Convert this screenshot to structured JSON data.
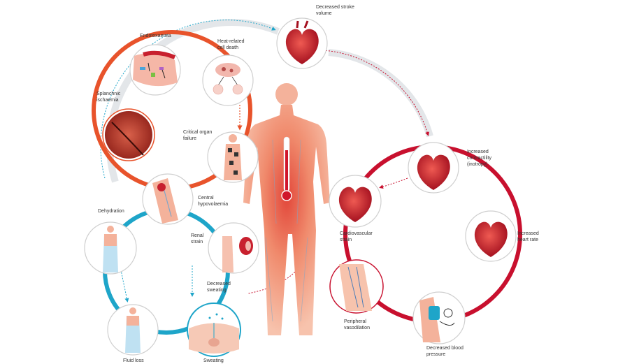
{
  "labels": {
    "decreased_stroke_volume": "Decreased stroke\nvolume",
    "endotoxaemia": "Endotoxaemia",
    "heat_related_cell_death": "Heat-related\ncell death",
    "splanchnic_ischaemia": "Splanchnic\nischaemia",
    "critical_organ_failure": "Critical organ\nfailure",
    "central_hypovolaemia": "Central\nhypovolaemia",
    "dehydration": "Dehydration",
    "renal_strain": "Renal\nstrain",
    "decreased_sweating": "Decreased\nsweating",
    "fluid_loss": "Fluid loss",
    "sweating": "Sweating",
    "increased_contractility": "Increased\ncontractility\n(inotropy)",
    "cardiovascular_strain": "Cardiovascular\nstrain",
    "increased_heart_rate": "Increased\nheart rate",
    "peripheral_vasodilation": "Peripheral\nvasodilation",
    "decreased_blood_pressure": "Decreased blood\npressure"
  },
  "colors": {
    "orange_cycle": "#e8532b",
    "blue_cycle": "#1ea5c9",
    "red_cycle": "#c8102e",
    "grey_arc": "#e3e6e9",
    "body_skin": "#f2a58a",
    "heart": "#c8202e",
    "node_border": "#cccccc"
  },
  "icons": [
    "heart-icon",
    "gut-vessel-icon",
    "cells-icon",
    "intestine-icon",
    "body-organs-icon",
    "arm-vessel-icon",
    "dehydrated-body-icon",
    "kidney-icon",
    "thermometer-icon",
    "fluid-loss-body-icon",
    "sweat-gland-icon",
    "leg-vessel-icon",
    "blood-pressure-cuff-icon"
  ]
}
